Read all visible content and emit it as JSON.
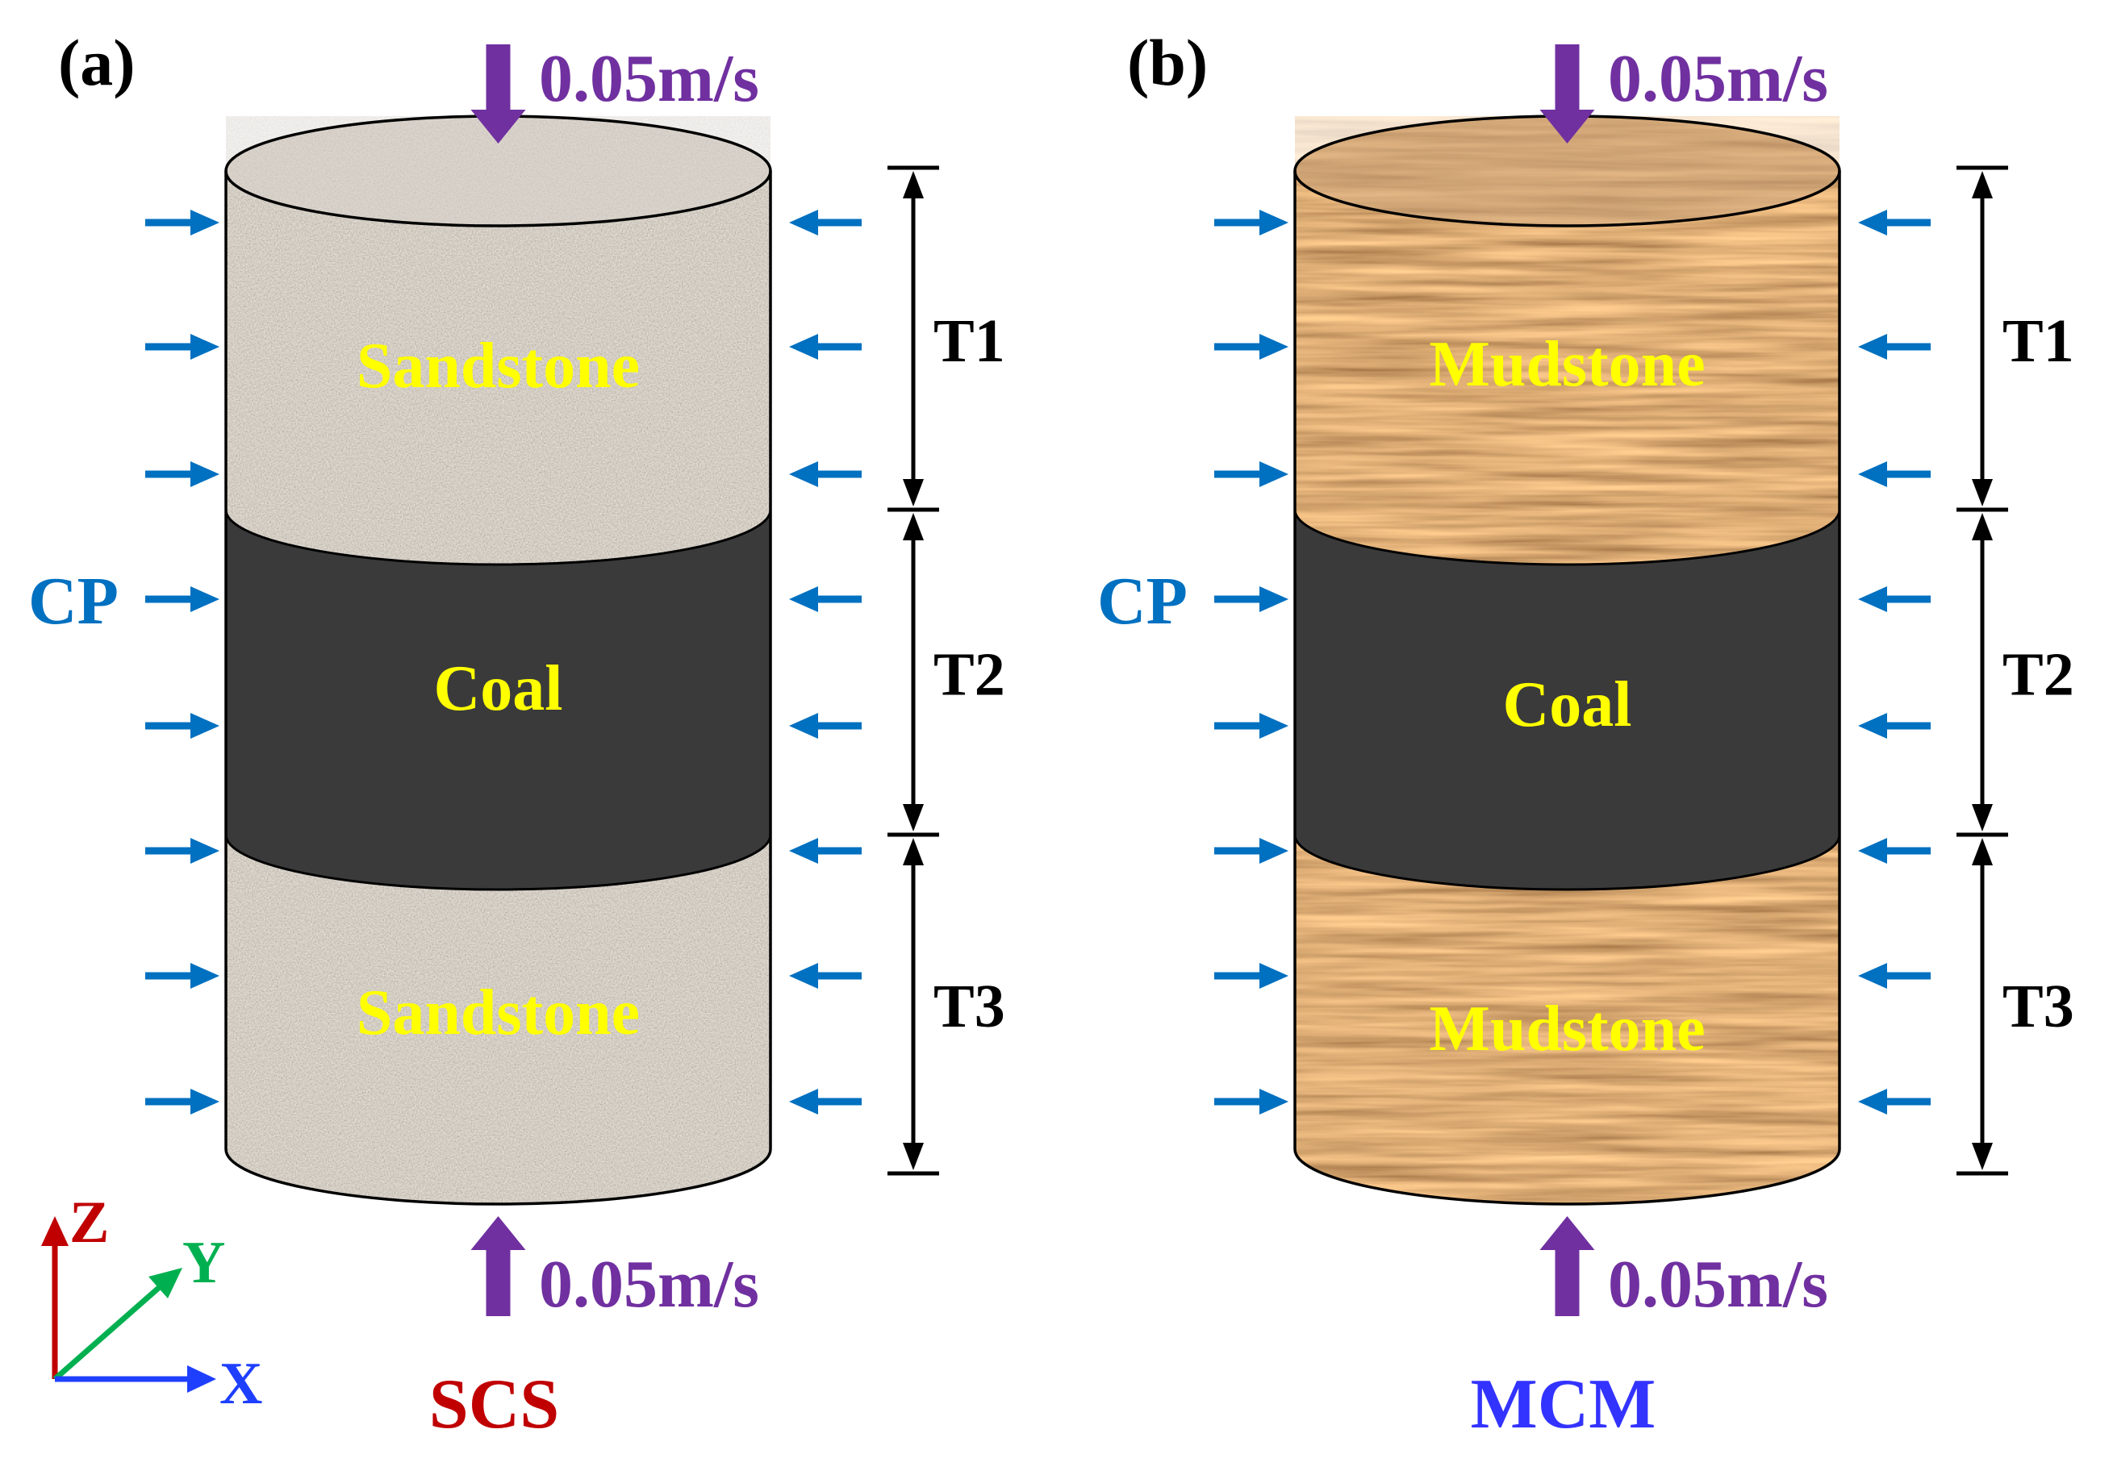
{
  "colors": {
    "force_arrow": "#7030A0",
    "confining_arrow": "#0070C0",
    "layer_label": "#FFFF00",
    "coal": "#3a3a3a",
    "sandstone": "#a89a8a",
    "mudstone": "#7a4a22",
    "scs_label": "#C00000",
    "mcm_label": "#3333FF",
    "axis_z": "#C00000",
    "axis_y": "#00B050",
    "axis_x": "#1F3FFF"
  },
  "panels": [
    {
      "tag": "(a)",
      "top_load": "0.05m/s",
      "bottom_load": "0.05m/s",
      "cp_label": "CP",
      "layers": [
        "Sandstone",
        "Coal",
        "Sandstone"
      ],
      "segments": [
        "T1",
        "T2",
        "T3"
      ],
      "model_name": "SCS",
      "texture": "sandstone"
    },
    {
      "tag": "(b)",
      "top_load": "0.05m/s",
      "bottom_load": "0.05m/s",
      "cp_label": "CP",
      "layers": [
        "Mudstone",
        "Coal",
        "Mudstone"
      ],
      "segments": [
        "T1",
        "T2",
        "T3"
      ],
      "model_name": "MCM",
      "texture": "mudstone"
    }
  ],
  "axes": {
    "z": "Z",
    "y": "Y",
    "x": "X"
  }
}
